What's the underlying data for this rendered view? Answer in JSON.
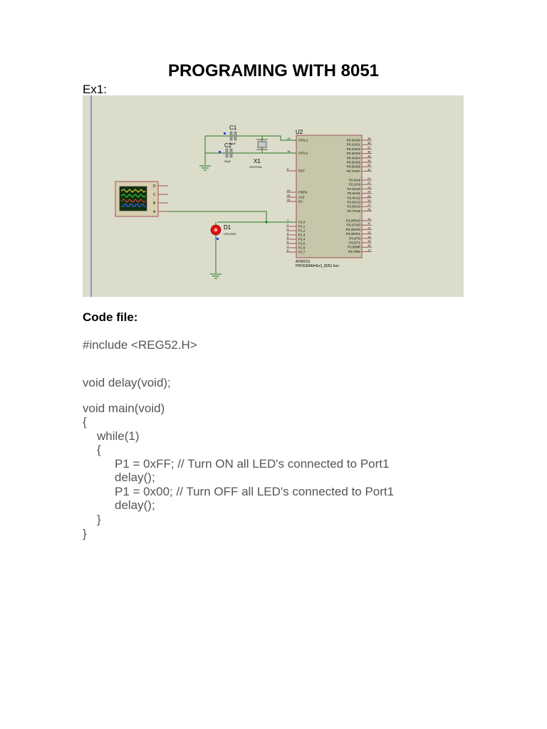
{
  "document": {
    "title": "PROGRAMING WITH 8051",
    "example_label": "Ex1:",
    "code_heading": "Code file:"
  },
  "schematic": {
    "c1": "C1",
    "c1_value": "30pF",
    "c2": "C2",
    "c2_value": "30pF",
    "x1": "X1",
    "x1_type": "CRYSTAL",
    "u2": "U2",
    "d1": "D1",
    "d1_type": "LED-RED",
    "chip_name": "AT89C51",
    "chip_program": "PROGRAM=Ex1_8051.hex",
    "left_pins": [
      {
        "num": "19",
        "name": "XTAL1"
      },
      {
        "num": "18",
        "name": "XTAL2"
      },
      {
        "num": "9",
        "name": "RST"
      },
      {
        "num": "29",
        "name": "PSEN"
      },
      {
        "num": "30",
        "name": "ALE"
      },
      {
        "num": "31",
        "name": "EA"
      },
      {
        "num": "1",
        "name": "P1.0"
      },
      {
        "num": "2",
        "name": "P1.1"
      },
      {
        "num": "3",
        "name": "P1.2"
      },
      {
        "num": "4",
        "name": "P1.3"
      },
      {
        "num": "5",
        "name": "P1.4"
      },
      {
        "num": "6",
        "name": "P1.5"
      },
      {
        "num": "7",
        "name": "P1.6"
      },
      {
        "num": "8",
        "name": "P1.7"
      }
    ],
    "right_pins": [
      {
        "num": "39",
        "name": "P0.0/AD0"
      },
      {
        "num": "38",
        "name": "P0.1/AD1"
      },
      {
        "num": "37",
        "name": "P0.2/AD2"
      },
      {
        "num": "36",
        "name": "P0.3/AD3"
      },
      {
        "num": "35",
        "name": "P0.4/AD4"
      },
      {
        "num": "34",
        "name": "P0.5/AD5"
      },
      {
        "num": "33",
        "name": "P0.6/AD6"
      },
      {
        "num": "32",
        "name": "P0.7/AD7"
      },
      {
        "num": "21",
        "name": "P2.0/A8"
      },
      {
        "num": "22",
        "name": "P2.1/A9"
      },
      {
        "num": "23",
        "name": "P2.2/A10"
      },
      {
        "num": "24",
        "name": "P2.3/A11"
      },
      {
        "num": "25",
        "name": "P2.4/A12"
      },
      {
        "num": "26",
        "name": "P2.5/A13"
      },
      {
        "num": "27",
        "name": "P2.6/A14"
      },
      {
        "num": "28",
        "name": "P2.7/A15"
      },
      {
        "num": "10",
        "name": "P3.0/RXD"
      },
      {
        "num": "11",
        "name": "P3.1/TXD"
      },
      {
        "num": "12",
        "name": "P3.2/INT0"
      },
      {
        "num": "13",
        "name": "P3.3/INT1"
      },
      {
        "num": "14",
        "name": "P3.4/T0"
      },
      {
        "num": "15",
        "name": "P3.5/T1"
      },
      {
        "num": "16",
        "name": "P3.6/WR"
      },
      {
        "num": "17",
        "name": "P3.7/RD"
      }
    ],
    "scope_channels": [
      "D",
      "C",
      "B",
      "A"
    ]
  },
  "code": {
    "l1": "#include <REG52.H>",
    "l2": "void delay(void);",
    "l3": "void main(void)",
    "l4": "{",
    "l5": "while(1)",
    "l6": "{",
    "l7": "P1 = 0xFF; // Turn ON all LED's connected to Port1",
    "l8": "delay();",
    "l9": "P1 = 0x00; // Turn OFF all LED's connected to Port1",
    "l10": "delay();",
    "l11": "}",
    "l12": "}"
  }
}
